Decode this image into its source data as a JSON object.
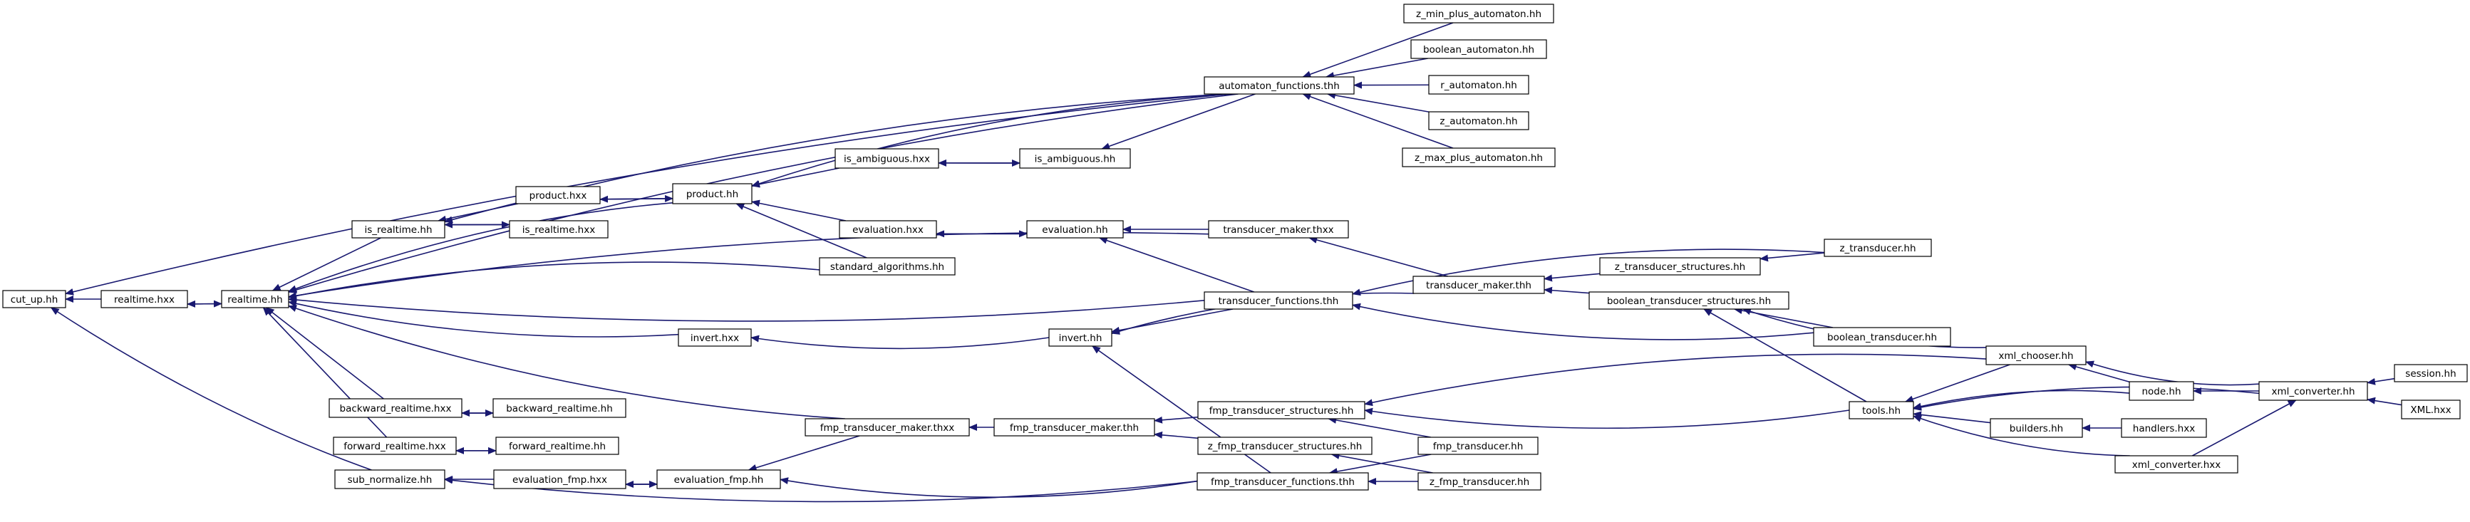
{
  "colors": {
    "edge": "#191970",
    "node_border": "#000000",
    "node_fill": "#ffffff",
    "current_node_fill": "#bfbfbf",
    "truncated_node_border": "#ff0000"
  },
  "nodes": [
    {
      "id": "cut_up_hh",
      "label": "cut_up.hh",
      "style": "current"
    },
    {
      "id": "realtime_hxx",
      "label": "realtime.hxx",
      "style": "normal"
    },
    {
      "id": "realtime_hh",
      "label": "realtime.hh",
      "style": "normal"
    },
    {
      "id": "is_realtime_hh",
      "label": "is_realtime.hh",
      "style": "normal"
    },
    {
      "id": "product_hxx",
      "label": "product.hxx",
      "style": "normal"
    },
    {
      "id": "is_realtime_hxx",
      "label": "is_realtime.hxx",
      "style": "normal"
    },
    {
      "id": "product_hh",
      "label": "product.hh",
      "style": "normal"
    },
    {
      "id": "is_ambiguous_hxx",
      "label": "is_ambiguous.hxx",
      "style": "normal"
    },
    {
      "id": "is_ambiguous_hh",
      "label": "is_ambiguous.hh",
      "style": "normal"
    },
    {
      "id": "evaluation_hxx",
      "label": "evaluation.hxx",
      "style": "normal"
    },
    {
      "id": "evaluation_hh",
      "label": "evaluation.hh",
      "style": "normal"
    },
    {
      "id": "standard_algorithms_hh",
      "label": "standard_algorithms.hh",
      "style": "normal"
    },
    {
      "id": "automaton_functions_thh",
      "label": "automaton_functions.thh",
      "style": "normal"
    },
    {
      "id": "z_min_plus_automaton_hh",
      "label": "z_min_plus_automaton.hh",
      "style": "normal"
    },
    {
      "id": "boolean_automaton_hh",
      "label": "boolean_automaton.hh",
      "style": "normal"
    },
    {
      "id": "r_automaton_hh",
      "label": "r_automaton.hh",
      "style": "normal"
    },
    {
      "id": "z_automaton_hh",
      "label": "z_automaton.hh",
      "style": "normal"
    },
    {
      "id": "z_max_plus_automaton_hh",
      "label": "z_max_plus_automaton.hh",
      "style": "normal"
    },
    {
      "id": "transducer_maker_thxx",
      "label": "transducer_maker.thxx",
      "style": "normal"
    },
    {
      "id": "transducer_maker_thh",
      "label": "transducer_maker.thh",
      "style": "normal"
    },
    {
      "id": "transducer_functions_thh",
      "label": "transducer_functions.thh",
      "style": "normal"
    },
    {
      "id": "z_transducer_structures_hh",
      "label": "z_transducer_structures.hh",
      "style": "normal"
    },
    {
      "id": "z_transducer_hh",
      "label": "z_transducer.hh",
      "style": "normal"
    },
    {
      "id": "boolean_transducer_structures_hh",
      "label": "boolean_transducer_structures.hh",
      "style": "normal"
    },
    {
      "id": "boolean_transducer_hh",
      "label": "boolean_transducer.hh",
      "style": "normal"
    },
    {
      "id": "invert_hxx",
      "label": "invert.hxx",
      "style": "normal"
    },
    {
      "id": "invert_hh",
      "label": "invert.hh",
      "style": "normal"
    },
    {
      "id": "backward_realtime_hxx",
      "label": "backward_realtime.hxx",
      "style": "normal"
    },
    {
      "id": "backward_realtime_hh",
      "label": "backward_realtime.hh",
      "style": "normal"
    },
    {
      "id": "forward_realtime_hxx",
      "label": "forward_realtime.hxx",
      "style": "normal"
    },
    {
      "id": "forward_realtime_hh",
      "label": "forward_realtime.hh",
      "style": "normal"
    },
    {
      "id": "fmp_transducer_maker_thxx",
      "label": "fmp_transducer_maker.thxx",
      "style": "normal"
    },
    {
      "id": "fmp_transducer_maker_thh",
      "label": "fmp_transducer_maker.thh",
      "style": "normal"
    },
    {
      "id": "fmp_transducer_structures_hh",
      "label": "fmp_transducer_structures.hh",
      "style": "normal"
    },
    {
      "id": "z_fmp_transducer_structures_hh",
      "label": "z_fmp_transducer_structures.hh",
      "style": "normal"
    },
    {
      "id": "fmp_transducer_hh",
      "label": "fmp_transducer.hh",
      "style": "normal"
    },
    {
      "id": "z_fmp_transducer_hh",
      "label": "z_fmp_transducer.hh",
      "style": "normal"
    },
    {
      "id": "fmp_transducer_functions_thh",
      "label": "fmp_transducer_functions.thh",
      "style": "normal"
    },
    {
      "id": "sub_normalize_hh",
      "label": "sub_normalize.hh",
      "style": "normal"
    },
    {
      "id": "evaluation_fmp_hxx",
      "label": "evaluation_fmp.hxx",
      "style": "normal"
    },
    {
      "id": "evaluation_fmp_hh",
      "label": "evaluation_fmp.hh",
      "style": "normal"
    },
    {
      "id": "tools_hh",
      "label": "tools.hh",
      "style": "normal"
    },
    {
      "id": "xml_chooser_hh",
      "label": "xml_chooser.hh",
      "style": "normal"
    },
    {
      "id": "node_hh",
      "label": "node.hh",
      "style": "normal"
    },
    {
      "id": "builders_hh",
      "label": "builders.hh",
      "style": "normal"
    },
    {
      "id": "handlers_hxx",
      "label": "handlers.hxx",
      "style": "truncated"
    },
    {
      "id": "xml_converter_hh",
      "label": "xml_converter.hh",
      "style": "normal"
    },
    {
      "id": "xml_converter_hxx",
      "label": "xml_converter.hxx",
      "style": "normal"
    },
    {
      "id": "session_hh",
      "label": "session.hh",
      "style": "normal"
    },
    {
      "id": "XML_hxx",
      "label": "XML.hxx",
      "style": "truncated"
    }
  ],
  "edges": [
    {
      "from": "realtime_hxx",
      "to": "cut_up_hh"
    },
    {
      "from": "realtime_hh",
      "to": "realtime_hxx"
    },
    {
      "from": "realtime_hxx",
      "to": "realtime_hh"
    },
    {
      "from": "automaton_functions_thh",
      "to": "cut_up_hh"
    },
    {
      "from": "sub_normalize_hh",
      "to": "cut_up_hh"
    },
    {
      "from": "is_realtime_hh",
      "to": "realtime_hh"
    },
    {
      "from": "product_hh",
      "to": "realtime_hh"
    },
    {
      "from": "standard_algorithms_hh",
      "to": "realtime_hh"
    },
    {
      "from": "transducer_functions_thh",
      "to": "realtime_hh"
    },
    {
      "from": "transducer_maker_thxx",
      "to": "realtime_hh"
    },
    {
      "from": "automaton_functions_thh",
      "to": "realtime_hh"
    },
    {
      "from": "invert_hxx",
      "to": "realtime_hh"
    },
    {
      "from": "backward_realtime_hxx",
      "to": "realtime_hh"
    },
    {
      "from": "forward_realtime_hxx",
      "to": "realtime_hh"
    },
    {
      "from": "fmp_transducer_maker_thxx",
      "to": "realtime_hh"
    },
    {
      "from": "product_hxx",
      "to": "is_realtime_hh"
    },
    {
      "from": "is_realtime_hxx",
      "to": "is_realtime_hh"
    },
    {
      "from": "is_realtime_hh",
      "to": "is_realtime_hxx"
    },
    {
      "from": "automaton_functions_thh",
      "to": "is_realtime_hh"
    },
    {
      "from": "product_hh",
      "to": "product_hxx"
    },
    {
      "from": "product_hxx",
      "to": "product_hh"
    },
    {
      "from": "is_ambiguous_hxx",
      "to": "product_hh"
    },
    {
      "from": "evaluation_hxx",
      "to": "product_hh"
    },
    {
      "from": "standard_algorithms_hh",
      "to": "product_hh"
    },
    {
      "from": "automaton_functions_thh",
      "to": "product_hh"
    },
    {
      "from": "is_ambiguous_hh",
      "to": "is_ambiguous_hxx"
    },
    {
      "from": "is_ambiguous_hxx",
      "to": "is_ambiguous_hh"
    },
    {
      "from": "automaton_functions_thh",
      "to": "is_ambiguous_hh"
    },
    {
      "from": "evaluation_hh",
      "to": "evaluation_hxx"
    },
    {
      "from": "evaluation_hxx",
      "to": "evaluation_hh"
    },
    {
      "from": "transducer_maker_thxx",
      "to": "evaluation_hh"
    },
    {
      "from": "transducer_functions_thh",
      "to": "evaluation_hh"
    },
    {
      "from": "z_min_plus_automaton_hh",
      "to": "automaton_functions_thh"
    },
    {
      "from": "boolean_automaton_hh",
      "to": "automaton_functions_thh"
    },
    {
      "from": "r_automaton_hh",
      "to": "automaton_functions_thh"
    },
    {
      "from": "z_automaton_hh",
      "to": "automaton_functions_thh"
    },
    {
      "from": "z_max_plus_automaton_hh",
      "to": "automaton_functions_thh"
    },
    {
      "from": "transducer_maker_thh",
      "to": "transducer_maker_thxx"
    },
    {
      "from": "z_transducer_structures_hh",
      "to": "transducer_maker_thh"
    },
    {
      "from": "boolean_transducer_structures_hh",
      "to": "transducer_maker_thh"
    },
    {
      "from": "z_transducer_hh",
      "to": "z_transducer_structures_hh"
    },
    {
      "from": "z_transducer_hh",
      "to": "transducer_functions_thh"
    },
    {
      "from": "boolean_transducer_hh",
      "to": "transducer_functions_thh"
    },
    {
      "from": "boolean_transducer_hh",
      "to": "boolean_transducer_structures_hh"
    },
    {
      "from": "tools_hh",
      "to": "boolean_transducer_structures_hh"
    },
    {
      "from": "xml_chooser_hh",
      "to": "boolean_transducer_structures_hh"
    },
    {
      "from": "invert_hh",
      "to": "invert_hxx"
    },
    {
      "from": "transducer_functions_thh",
      "to": "invert_hh"
    },
    {
      "from": "transducer_maker_thh",
      "to": "invert_hh"
    },
    {
      "from": "fmp_transducer_functions_thh",
      "to": "invert_hh"
    },
    {
      "from": "backward_realtime_hh",
      "to": "backward_realtime_hxx"
    },
    {
      "from": "backward_realtime_hxx",
      "to": "backward_realtime_hh"
    },
    {
      "from": "forward_realtime_hh",
      "to": "forward_realtime_hxx"
    },
    {
      "from": "forward_realtime_hxx",
      "to": "forward_realtime_hh"
    },
    {
      "from": "fmp_transducer_maker_thh",
      "to": "fmp_transducer_maker_thxx"
    },
    {
      "from": "fmp_transducer_structures_hh",
      "to": "fmp_transducer_maker_thh"
    },
    {
      "from": "z_fmp_transducer_structures_hh",
      "to": "fmp_transducer_maker_thh"
    },
    {
      "from": "fmp_transducer_hh",
      "to": "fmp_transducer_structures_hh"
    },
    {
      "from": "tools_hh",
      "to": "fmp_transducer_structures_hh"
    },
    {
      "from": "xml_chooser_hh",
      "to": "fmp_transducer_structures_hh"
    },
    {
      "from": "z_fmp_transducer_hh",
      "to": "z_fmp_transducer_structures_hh"
    },
    {
      "from": "fmp_transducer_hh",
      "to": "fmp_transducer_functions_thh"
    },
    {
      "from": "z_fmp_transducer_hh",
      "to": "fmp_transducer_functions_thh"
    },
    {
      "from": "evaluation_fmp_hxx",
      "to": "sub_normalize_hh"
    },
    {
      "from": "fmp_transducer_functions_thh",
      "to": "sub_normalize_hh"
    },
    {
      "from": "evaluation_fmp_hh",
      "to": "evaluation_fmp_hxx"
    },
    {
      "from": "evaluation_fmp_hxx",
      "to": "evaluation_fmp_hh"
    },
    {
      "from": "fmp_transducer_maker_thxx",
      "to": "evaluation_fmp_hh"
    },
    {
      "from": "fmp_transducer_functions_thh",
      "to": "evaluation_fmp_hh"
    },
    {
      "from": "xml_chooser_hh",
      "to": "tools_hh"
    },
    {
      "from": "node_hh",
      "to": "tools_hh"
    },
    {
      "from": "builders_hh",
      "to": "tools_hh"
    },
    {
      "from": "xml_converter_hh",
      "to": "tools_hh"
    },
    {
      "from": "xml_converter_hxx",
      "to": "tools_hh"
    },
    {
      "from": "node_hh",
      "to": "xml_chooser_hh"
    },
    {
      "from": "xml_converter_hh",
      "to": "xml_chooser_hh"
    },
    {
      "from": "xml_converter_hh",
      "to": "node_hh"
    },
    {
      "from": "handlers_hxx",
      "to": "builders_hh"
    },
    {
      "from": "xml_converter_hxx",
      "to": "xml_converter_hh"
    },
    {
      "from": "session_hh",
      "to": "xml_converter_hh"
    },
    {
      "from": "XML_hxx",
      "to": "xml_converter_hh"
    }
  ]
}
